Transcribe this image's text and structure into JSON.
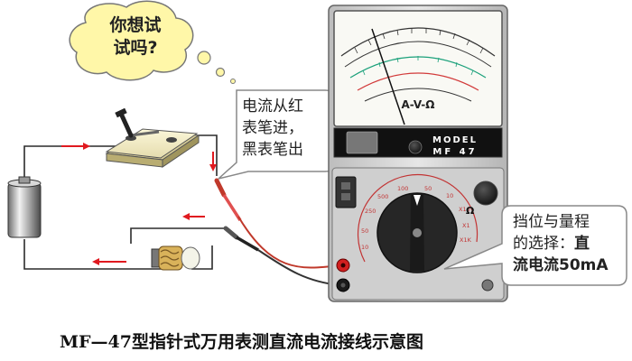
{
  "thought_bubble": {
    "line1": "你想试",
    "line2": "试吗?"
  },
  "callout_probe": {
    "line1": "电流从红",
    "line2": "表笔进，",
    "line3": "黑表笔出"
  },
  "callout_range": {
    "line1": "挡位与量程",
    "line2": "的选择：",
    "line2_bold": "直",
    "line3": "流电流50mA"
  },
  "meter": {
    "model_line1": "MODEL",
    "model_line2": "MF 47",
    "dial_symbol": "A-V-Ω",
    "ohm_label": "Ω"
  },
  "caption": "MF—47型指针式万用表测直流电流接线示意图",
  "colors": {
    "wire": "#2b2b2b",
    "arrow": "#e0191f",
    "red_probe": "#c0392b",
    "cloud": "#fff7a8",
    "callout_bg": "#ffffff",
    "meter_body": "#d9d9d9",
    "selector": "#262626"
  }
}
